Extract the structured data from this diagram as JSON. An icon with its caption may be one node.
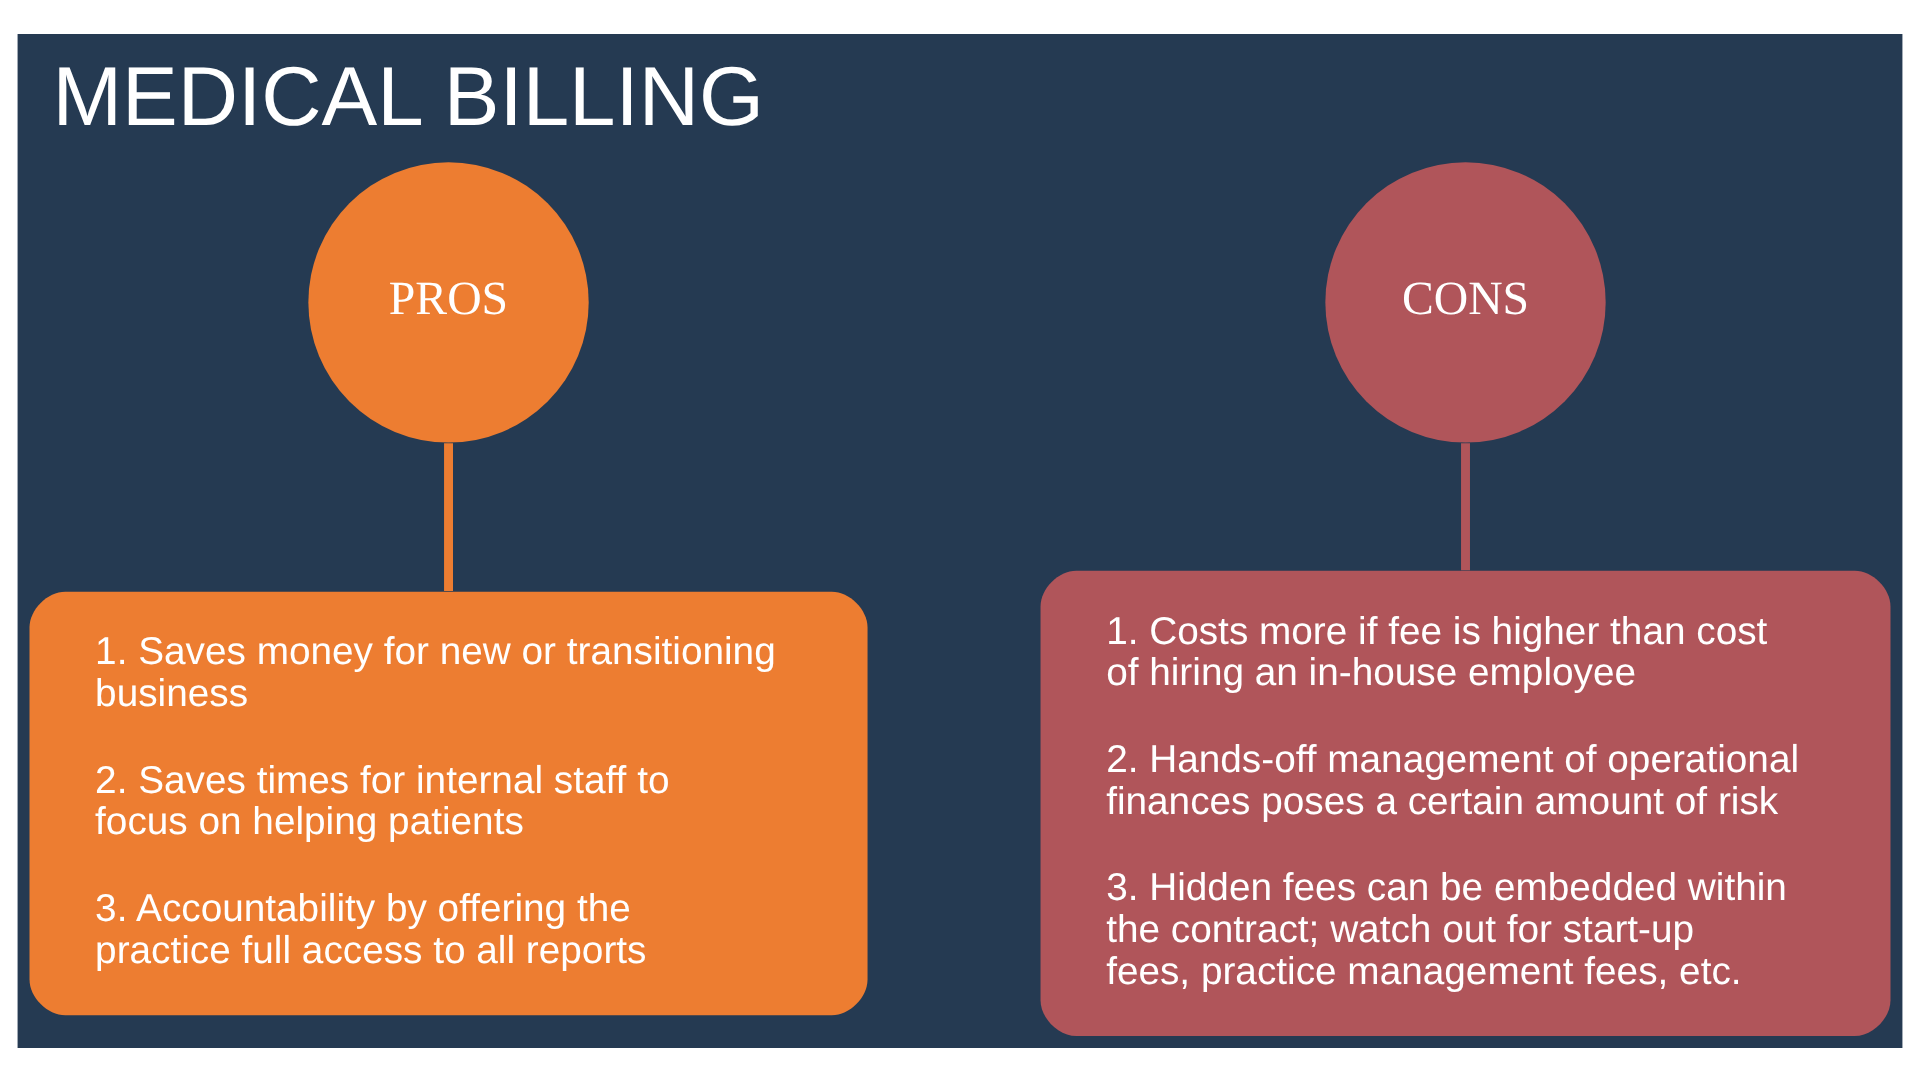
{
  "diagram": {
    "title": "MEDICAL BILLING",
    "nodes": [
      {
        "text": [
          "PROS"
        ]
      },
      {
        "text": [
          "1. Saves money for new or transitioning business",
          "2. Saves times for internal staff to focus on helping patients",
          "3. Accountability by offering the practice full access to all reports"
        ]
      },
      {
        "text": [
          "CONS"
        ]
      },
      {
        "text": [
          "1. Costs more if fee is higher than cost of hiring an in-house employee",
          "2. Hands-off management of operational finances poses a certain amount of risk",
          "3. Hidden fees can be embedded within the contract; watch out for start-up fees, practice management fees, etc."
        ]
      }
    ],
    "edges": [
      {
        "from": 0,
        "to": 1,
        "arrow": "none",
        "color": "#ed7d31"
      },
      {
        "from": 2,
        "to": 3,
        "arrow": "none",
        "color": "#b0555a"
      }
    ]
  }
}
